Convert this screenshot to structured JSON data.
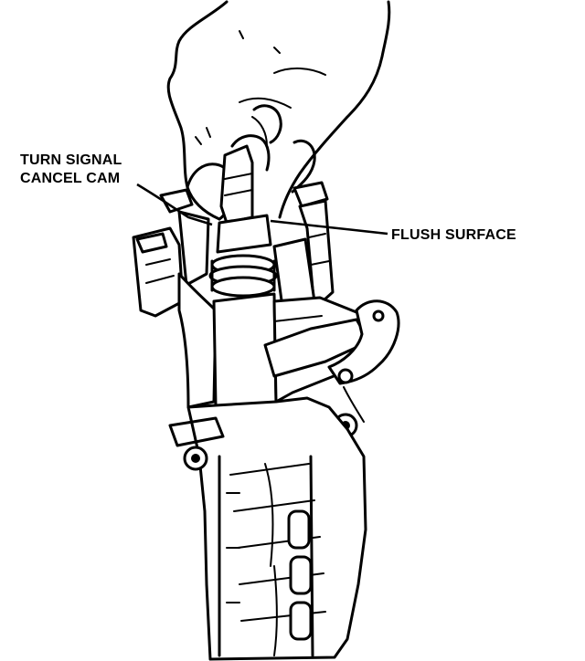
{
  "labels": {
    "cancel_cam_line1": "TURN SIGNAL",
    "cancel_cam_line2": "CANCEL CAM",
    "flush_surface": "FLUSH SURFACE"
  },
  "colors": {
    "ink": "#000000",
    "paper": "#ffffff"
  }
}
